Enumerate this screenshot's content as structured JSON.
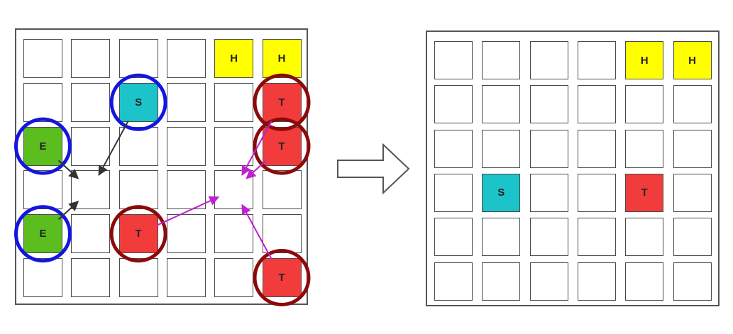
{
  "colors": {
    "empty": "#ffffff",
    "H": "#ffff00",
    "S": "#1cc3c8",
    "E": "#5bbd1e",
    "T": "#f23c3c",
    "blue_ring": "#1515e0",
    "dark_red_ring": "#8b0a0a",
    "magenta_arrow": "#c020d0",
    "dark_arrow": "#333333"
  },
  "boards": [
    {
      "name": "before",
      "rows": [
        [
          "",
          "",
          "",
          "",
          "H",
          "H"
        ],
        [
          "",
          "",
          "S",
          "",
          "",
          "T"
        ],
        [
          "E",
          "",
          "",
          "",
          "",
          "T"
        ],
        [
          "",
          "",
          "",
          "",
          "",
          ""
        ],
        [
          "E",
          "",
          "T",
          "",
          "",
          ""
        ],
        [
          "",
          "",
          "",
          "",
          "",
          "T"
        ]
      ],
      "circles": [
        {
          "row": 1,
          "col": 2,
          "color": "blue_ring"
        },
        {
          "row": 2,
          "col": 0,
          "color": "blue_ring"
        },
        {
          "row": 4,
          "col": 0,
          "color": "blue_ring"
        },
        {
          "row": 1,
          "col": 5,
          "color": "dark_red_ring"
        },
        {
          "row": 2,
          "col": 5,
          "color": "dark_red_ring"
        },
        {
          "row": 4,
          "col": 2,
          "color": "dark_red_ring"
        },
        {
          "row": 5,
          "col": 5,
          "color": "dark_red_ring"
        }
      ],
      "arrows": [
        {
          "from": [
            1,
            2
          ],
          "to": [
            3,
            1
          ],
          "color": "dark_arrow"
        },
        {
          "from": [
            2,
            0
          ],
          "to": [
            3,
            1
          ],
          "color": "dark_arrow"
        },
        {
          "from": [
            4,
            0
          ],
          "to": [
            3,
            1
          ],
          "color": "dark_arrow"
        },
        {
          "from": [
            1,
            5
          ],
          "to": [
            3,
            4
          ],
          "color": "magenta_arrow"
        },
        {
          "from": [
            2,
            5
          ],
          "to": [
            3,
            4
          ],
          "color": "magenta_arrow"
        },
        {
          "from": [
            4,
            2
          ],
          "to": [
            3,
            4
          ],
          "color": "magenta_arrow"
        },
        {
          "from": [
            5,
            5
          ],
          "to": [
            3,
            4
          ],
          "color": "magenta_arrow"
        }
      ]
    },
    {
      "name": "after",
      "rows": [
        [
          "",
          "",
          "",
          "",
          "H",
          "H"
        ],
        [
          "",
          "",
          "",
          "",
          "",
          ""
        ],
        [
          "",
          "",
          "",
          "",
          "",
          ""
        ],
        [
          "",
          "S",
          "",
          "",
          "T",
          ""
        ],
        [
          "",
          "",
          "",
          "",
          "",
          ""
        ],
        [
          "",
          "",
          "",
          "",
          "",
          ""
        ]
      ],
      "circles": [],
      "arrows": []
    }
  ],
  "transition_arrow": "right-hollow-arrow-icon"
}
